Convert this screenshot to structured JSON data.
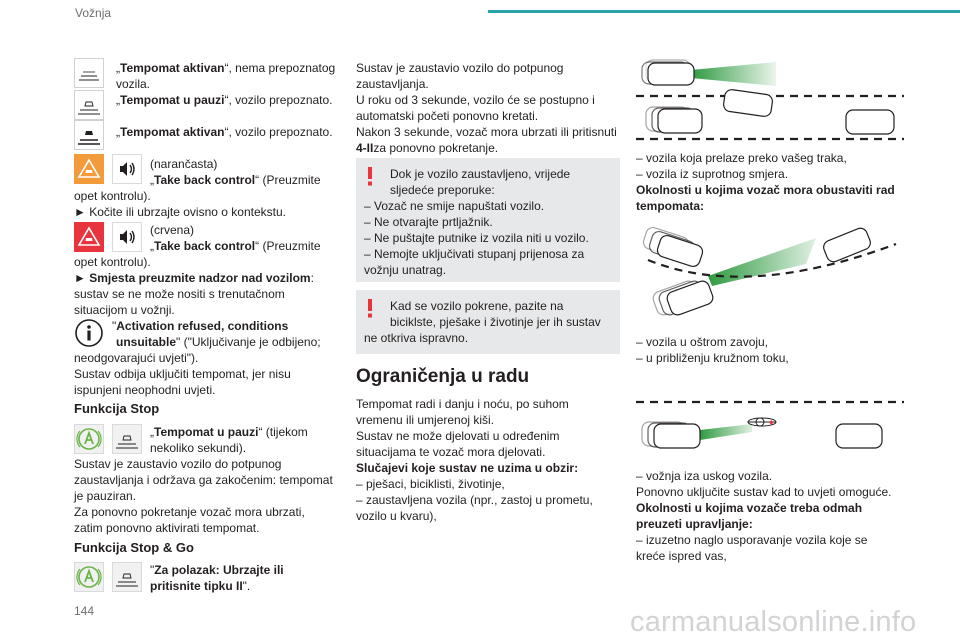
{
  "header": {
    "section": "Vožnja",
    "page_number": "144",
    "watermark": "carmanualsonline.info"
  },
  "col1": {
    "r1": {
      "q1": "„",
      "b": "Tempomat aktivan",
      "q2": "“, nema prepoznatog vozila."
    },
    "r2": {
      "q1": "„",
      "b": "Tempomat u pauzi",
      "q2": "“, vozilo prepoznato."
    },
    "r3": {
      "q1": "„",
      "b": "Tempomat aktivan",
      "q2": "“, vozilo prepoznato."
    },
    "r4": {
      "c": "(narančasta)",
      "q1": "„",
      "b": "Take back control",
      "q2": "“ (Preuzmite",
      "l3": "opet kontrolu).",
      "l4": "► Kočite ili ubrzajte ovisno o kontekstu."
    },
    "r5": {
      "c": "(crvena)",
      "q1": "„",
      "b": "Take back control",
      "q2": "“ (Preuzmite",
      "l3": "opet kontrolu).",
      "l4b": "► Smjesta preuzmite nadzor nad vozilom",
      "l4c": ":",
      "l5": "sustav se ne može nositi s trenutačnom",
      "l6": "situacijom u vožnji."
    },
    "r6": {
      "q1": "\"",
      "b1": "Activation refused, conditions",
      "b2": "unsuitable",
      "q2": "\" (\"Uključivanje je odbijeno;",
      "l3": "neodgovarajući uvjeti\").",
      "l4": "Sustav odbija uključiti tempomat, jer nisu",
      "l5": "ispunjeni neophodni uvjeti."
    },
    "stop_title": "Funkcija Stop",
    "r7": {
      "q1": "„",
      "b": "Tempomat u pauzi",
      "q2": "“ (tijekom",
      "l2": "nekoliko sekundi).",
      "l3": "Sustav je zaustavio vozilo do potpunog",
      "l4": "zaustavljanja i održava ga zakočenim: tempomat",
      "l5": "je pauziran.",
      "l6": "Za ponovno pokretanje vozač mora ubrzati,",
      "l7": "zatim ponovno aktivirati tempomat."
    },
    "stopgo_title": "Funkcija Stop & Go",
    "r8": {
      "q1": "\"",
      "b1": "Za polazak: Ubrzajte ili",
      "b2": "pritisnite tipku II",
      "q2": "\"."
    }
  },
  "col2": {
    "p1": [
      "Sustav je zaustavio vozilo do potpunog",
      "zaustavljanja.",
      "U roku od 3 sekunde, vozilo će se postupno i",
      "automatski početi ponovno kretati.",
      "Nakon 3 sekunde, vozač mora ubrzati ili pritisnuti"
    ],
    "p1_last_b": "4-II",
    "p1_last": "za ponovno pokretanje.",
    "note1": [
      "Dok je vozilo zaustavljeno, vrijede",
      "sljedeće preporuke:",
      "– Vozač ne smije napuštati vozilo.",
      "– Ne otvarajte prtljažnik.",
      "– Ne puštajte putnike iz vozila niti u vozilo.",
      "– Nemojte uključivati stupanj prijenosa za",
      "vožnju unatrag."
    ],
    "note2": [
      "Kad se vozilo pokrene, pazite na",
      "biciklste, pješake i životinje jer ih sustav",
      "ne otkriva ispravno."
    ],
    "h2": "Ograničenja u radu",
    "p2": [
      "Tempomat radi i danju i noću, po suhom",
      "vremenu ili umjerenoj kiši.",
      "Sustav ne može djelovati u određenim",
      "situacijama te vozač mora djelovati."
    ],
    "p2_b": "Slučajevi koje sustav ne uzima u obzir:",
    "p2_list": [
      "– pješaci, biciklisti, životinje,",
      "– zaustavljena vozila (npr., zastoj u prometu,",
      "vozilo u kvaru),"
    ]
  },
  "col3": {
    "list1": [
      "– vozila koja prelaze preko vašeg traka,",
      "– vozila iz suprotnog smjera."
    ],
    "b1": [
      "Okolnosti u kojima vozač mora obustaviti rad",
      "tempomata:"
    ],
    "list2": [
      "– vozila u oštrom zavoju,",
      "– u približenju kružnom toku,"
    ],
    "list3": [
      "– vožnja iza uskog vozila.",
      "Ponovno uključite sustav kad to uvjeti omoguće."
    ],
    "b2": [
      "Okolnosti u kojima vozače treba odmah",
      "preuzeti upravljanje:"
    ],
    "list4": [
      "– izuzetno naglo usporavanje vozila koje se",
      "kreće ispred vas,"
    ]
  },
  "colors": {
    "teal": "#2aa2a9",
    "orange": "#f39a3a",
    "red": "#e8343c",
    "green": "#69b443",
    "note_bg": "#e7e8e9"
  }
}
